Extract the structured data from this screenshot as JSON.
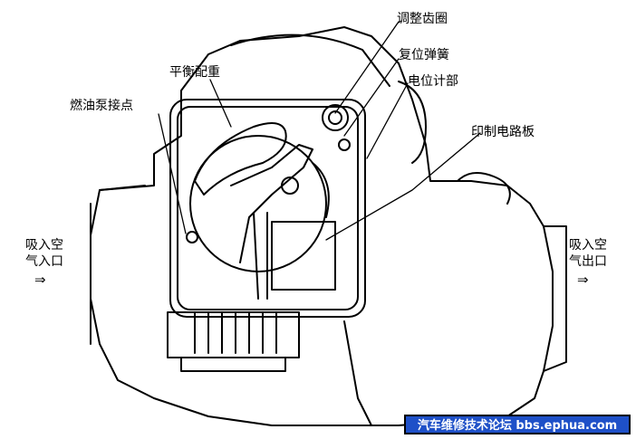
{
  "labels": {
    "adjust_gear": "调整齿圈",
    "return_spring": "复位弹簧",
    "balance_weight": "平衡配重",
    "potentiometer": "电位计部",
    "fuel_pump_contact": "燃油泵接点",
    "pcb": "印制电路板",
    "air_inlet_line1": "吸入空",
    "air_inlet_line2": "气入口",
    "air_outlet_line1": "吸入空",
    "air_outlet_line2": "气出口"
  },
  "watermark": {
    "text": "汽车维修技术论坛 bbs.ephua.com"
  },
  "flow_arrow": "⇒"
}
